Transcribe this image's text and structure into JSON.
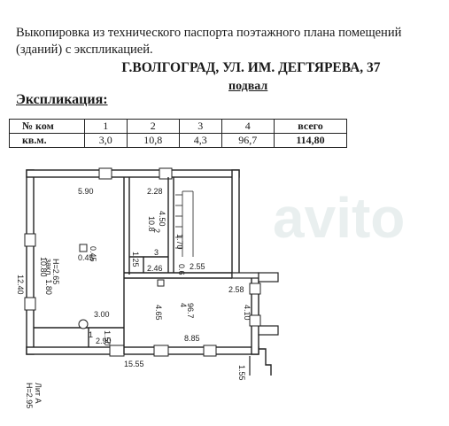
{
  "header": {
    "intro": "Выкопировка из технического паспорта поэтажного плана помещений (зданий) с экспликацией.",
    "address": "Г.ВОЛГОГРАД, УЛ. ИМ. ДЕГТЯРЕВА, 37",
    "floor": "подвал"
  },
  "explication": {
    "title": "Экспликация:",
    "row_label_room": "№ ком",
    "row_label_area": "кв.м.",
    "rooms": [
      "1",
      "2",
      "3",
      "4"
    ],
    "areas": [
      "3,0",
      "10,8",
      "4,3",
      "96,7"
    ],
    "total_label": "всего",
    "total_value": "114,80"
  },
  "plan": {
    "labels": {
      "top_left_width": "5.90",
      "top_mid_width": "2.28",
      "left_height": "12.40",
      "room2_len": "4.50",
      "room2_area": "10.8",
      "room2_no": "2",
      "stair_label": "1.70",
      "room_area_045": "0.45",
      "room_area_045b": "0.45",
      "large_room_len": "10.80",
      "large_room_h": "H=2.65",
      "large_room_note": "закл. 1.80",
      "small_125": "1.25",
      "small_246": "2.46",
      "small_255": "2.55",
      "small_06": "0.6",
      "room3_no": "3",
      "right_258": "2.58",
      "room4_len": "4.65",
      "room4_no": "4",
      "room4_area": "96.7",
      "right_410": "4.10",
      "room1_300": "3.00",
      "room1_150": "1.50",
      "room1_290": "2.90",
      "bottom_885": "8.85",
      "bottom_1555": "15.55",
      "right_155": "1.55",
      "room1_no": "1",
      "litera": "Лит А",
      "height_note": "H=2.95"
    },
    "watermark_text": "avito"
  }
}
